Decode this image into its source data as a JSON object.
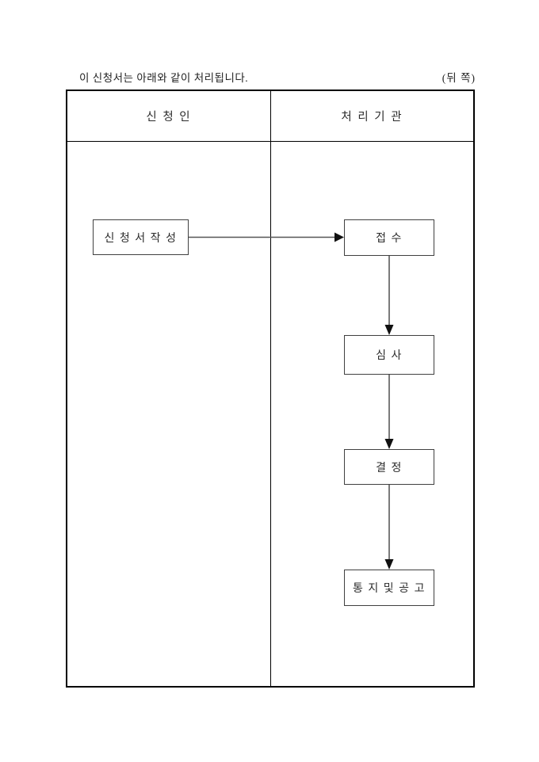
{
  "page": {
    "note": "이 신청서는 아래와 같이 처리됩니다.",
    "side_label": "(뒤 쪽)"
  },
  "table": {
    "columns": [
      {
        "id": "applicant",
        "label": "신 청 인"
      },
      {
        "id": "agency",
        "label": "처 리 기 관"
      }
    ]
  },
  "flowchart": {
    "steps": [
      {
        "id": "write",
        "lane": "applicant",
        "label": "신 청 서 작 성"
      },
      {
        "id": "receipt",
        "lane": "agency",
        "label": "접 수"
      },
      {
        "id": "review",
        "lane": "agency",
        "label": "심 사"
      },
      {
        "id": "decision",
        "lane": "agency",
        "label": "결 정"
      },
      {
        "id": "notice",
        "lane": "agency",
        "label": "통 지 및 공 고"
      }
    ],
    "connections": [
      {
        "from": "신청서작성",
        "to": "접수"
      },
      {
        "from": "접수",
        "to": "심사"
      },
      {
        "from": "심사",
        "to": "결정"
      },
      {
        "from": "결정",
        "to": "통지및공고"
      }
    ],
    "colors": {
      "background": "#ffffff",
      "table_border": "#000000",
      "box_border": "#404040",
      "arrow_line": "#555555",
      "arrow_head": "#111111",
      "text": "#222222"
    }
  }
}
